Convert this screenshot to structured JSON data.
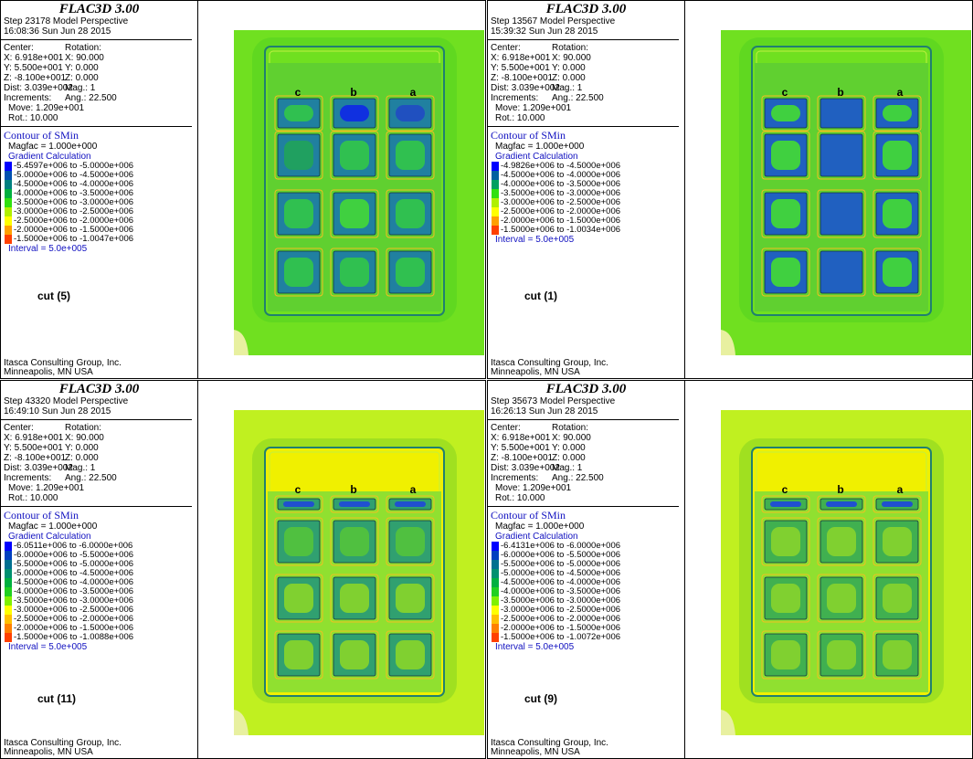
{
  "panels": [
    {
      "title": "FLAC3D 3.00",
      "step": "Step 23178  Model Perspective",
      "time": "16:08:36 Sun Jun 28 2015",
      "center_label": "Center:",
      "rotation_label": "Rotation:",
      "cx": "X: 6.918e+001",
      "rx": "X:  90.000",
      "cy": "Y: 5.500e+001",
      "ry": "Y:   0.000",
      "cz": "Z: -8.100e+001",
      "rz": "Z:   0.000",
      "dist": "Dist: 3.039e+002",
      "mag": "Mag.:       1",
      "incr": "Increments:",
      "ang": "Ang.:  22.500",
      "move": "Move: 1.209e+001",
      "rot": "Rot.:  10.000",
      "contour": "Contour of SMin",
      "magfac": "Magfac =  1.000e+000",
      "gradient": "Gradient Calculation",
      "legend": [
        {
          "label": "-5.4597e+006 to -5.0000e+006",
          "color": "#0000ff"
        },
        {
          "label": "-5.0000e+006 to -4.5000e+006",
          "color": "#0050b0"
        },
        {
          "label": "-4.5000e+006 to -4.0000e+006",
          "color": "#008080"
        },
        {
          "label": "-4.0000e+006 to -3.5000e+006",
          "color": "#00b040"
        },
        {
          "label": "-3.5000e+006 to -3.0000e+006",
          "color": "#30e010"
        },
        {
          "label": "-3.0000e+006 to -2.5000e+006",
          "color": "#b0f000"
        },
        {
          "label": "-2.5000e+006 to -2.0000e+006",
          "color": "#ffff00"
        },
        {
          "label": "-2.0000e+006 to -1.5000e+006",
          "color": "#ffa000"
        },
        {
          "label": "-1.5000e+006 to -1.0047e+006",
          "color": "#ff4000"
        }
      ],
      "interval": "Interval =  5.0e+005",
      "cut": "cut (5)",
      "company": "Itasca Consulting Group, Inc.",
      "city": "Minneapolis, MN  USA",
      "labels": [
        "c",
        "b",
        "a"
      ],
      "bg_color": "#70e020",
      "top_band": "#70e020",
      "cell_outer": "#2080a0",
      "cell_centers": [
        "#30c050",
        "#1030e0",
        "#2050c0",
        "#20a060",
        "#30c050",
        "#30c050",
        "#30c050",
        "#40d040",
        "#30c050",
        "#30c050",
        "#30c050",
        "#30c050"
      ]
    },
    {
      "title": "FLAC3D 3.00",
      "step": "Step 13567  Model Perspective",
      "time": "15:39:32 Sun Jun 28 2015",
      "center_label": "Center:",
      "rotation_label": "Rotation:",
      "cx": "X: 6.918e+001",
      "rx": "X:  90.000",
      "cy": "Y: 5.500e+001",
      "ry": "Y:   0.000",
      "cz": "Z: -8.100e+001",
      "rz": "Z:   0.000",
      "dist": "Dist: 3.039e+002",
      "mag": "Mag.:       1",
      "incr": "Increments:",
      "ang": "Ang.:  22.500",
      "move": "Move: 1.209e+001",
      "rot": "Rot.:  10.000",
      "contour": "Contour of SMin",
      "magfac": "Magfac =  1.000e+000",
      "gradient": "Gradient Calculation",
      "legend": [
        {
          "label": "-4.9826e+006 to -4.5000e+006",
          "color": "#0000ff"
        },
        {
          "label": "-4.5000e+006 to -4.0000e+006",
          "color": "#0060a0"
        },
        {
          "label": "-4.0000e+006 to -3.5000e+006",
          "color": "#00a060"
        },
        {
          "label": "-3.5000e+006 to -3.0000e+006",
          "color": "#30e010"
        },
        {
          "label": "-3.0000e+006 to -2.5000e+006",
          "color": "#b0f000"
        },
        {
          "label": "-2.5000e+006 to -2.0000e+006",
          "color": "#ffff00"
        },
        {
          "label": "-2.0000e+006 to -1.5000e+006",
          "color": "#ffa000"
        },
        {
          "label": "-1.5000e+006 to -1.0034e+006",
          "color": "#ff4000"
        }
      ],
      "interval": "Interval =  5.0e+005",
      "cut": "cut (1)",
      "company": "Itasca Consulting Group, Inc.",
      "city": "Minneapolis, MN  USA",
      "labels": [
        "c",
        "b",
        "a"
      ],
      "bg_color": "#70e020",
      "top_band": "#70e020",
      "cell_outer": "#2060c0",
      "cell_centers": [
        "#40d040",
        "#2060c0",
        "#40d040",
        "#40d040",
        "#2060c0",
        "#40d040",
        "#40d040",
        "#2060c0",
        "#40d040",
        "#40d040",
        "#2060c0",
        "#40d040"
      ]
    },
    {
      "title": "FLAC3D 3.00",
      "step": "Step 43320  Model Perspective",
      "time": "16:49:10 Sun Jun 28 2015",
      "center_label": "Center:",
      "rotation_label": "Rotation:",
      "cx": "X: 6.918e+001",
      "rx": "X:  90.000",
      "cy": "Y: 5.500e+001",
      "ry": "Y:   0.000",
      "cz": "Z: -8.100e+001",
      "rz": "Z:   0.000",
      "dist": "Dist: 3.039e+002",
      "mag": "Mag.:       1",
      "incr": "Increments:",
      "ang": "Ang.:  22.500",
      "move": "Move: 1.209e+001",
      "rot": "Rot.:  10.000",
      "contour": "Contour of SMin",
      "magfac": "Magfac =  1.000e+000",
      "gradient": "Gradient Calculation",
      "legend": [
        {
          "label": "-6.0511e+006 to -6.0000e+006",
          "color": "#0000ff"
        },
        {
          "label": "-6.0000e+006 to -5.5000e+006",
          "color": "#0040c0"
        },
        {
          "label": "-5.5000e+006 to -5.0000e+006",
          "color": "#007090"
        },
        {
          "label": "-5.0000e+006 to -4.5000e+006",
          "color": "#009070"
        },
        {
          "label": "-4.5000e+006 to -4.0000e+006",
          "color": "#00b040"
        },
        {
          "label": "-4.0000e+006 to -3.5000e+006",
          "color": "#20d020"
        },
        {
          "label": "-3.5000e+006 to -3.0000e+006",
          "color": "#80f000"
        },
        {
          "label": "-3.0000e+006 to -2.5000e+006",
          "color": "#ffff00"
        },
        {
          "label": "-2.5000e+006 to -2.0000e+006",
          "color": "#ffc000"
        },
        {
          "label": "-2.0000e+006 to -1.5000e+006",
          "color": "#ff8000"
        },
        {
          "label": "-1.5000e+006 to -1.0088e+006",
          "color": "#ff4000"
        }
      ],
      "interval": "Interval =  5.0e+005",
      "cut": "cut (11)",
      "company": "Itasca Consulting Group, Inc.",
      "city": "Minneapolis, MN  USA",
      "labels": [
        "c",
        "b",
        "a"
      ],
      "bg_color": "#c0f020",
      "top_band": "#f0f000",
      "cell_outer": "#30a070",
      "cell_centers": [
        "#2050d0",
        "#2050d0",
        "#2050d0",
        "#50c040",
        "#50c040",
        "#50c040",
        "#80d030",
        "#80d030",
        "#80d030",
        "#80d030",
        "#80d030",
        "#80d030"
      ]
    },
    {
      "title": "FLAC3D 3.00",
      "step": "Step 35673  Model Perspective",
      "time": "16:26:13 Sun Jun 28 2015",
      "center_label": "Center:",
      "rotation_label": "Rotation:",
      "cx": "X: 6.918e+001",
      "rx": "X:  90.000",
      "cy": "Y: 5.500e+001",
      "ry": "Y:   0.000",
      "cz": "Z: -8.100e+001",
      "rz": "Z:   0.000",
      "dist": "Dist: 3.039e+002",
      "mag": "Mag.:       1",
      "incr": "Increments:",
      "ang": "Ang.:  22.500",
      "move": "Move: 1.209e+001",
      "rot": "Rot.:  10.000",
      "contour": "Contour of SMin",
      "magfac": "Magfac =  1.000e+000",
      "gradient": "Gradient Calculation",
      "legend": [
        {
          "label": "-6.4131e+006 to -6.0000e+006",
          "color": "#0000ff"
        },
        {
          "label": "-6.0000e+006 to -5.5000e+006",
          "color": "#0040c0"
        },
        {
          "label": "-5.5000e+006 to -5.0000e+006",
          "color": "#007090"
        },
        {
          "label": "-5.0000e+006 to -4.5000e+006",
          "color": "#009070"
        },
        {
          "label": "-4.5000e+006 to -4.0000e+006",
          "color": "#00b040"
        },
        {
          "label": "-4.0000e+006 to -3.5000e+006",
          "color": "#20d020"
        },
        {
          "label": "-3.5000e+006 to -3.0000e+006",
          "color": "#80f000"
        },
        {
          "label": "-3.0000e+006 to -2.5000e+006",
          "color": "#ffff00"
        },
        {
          "label": "-2.5000e+006 to -2.0000e+006",
          "color": "#ffc000"
        },
        {
          "label": "-2.0000e+006 to -1.5000e+006",
          "color": "#ff8000"
        },
        {
          "label": "-1.5000e+006 to -1.0072e+006",
          "color": "#ff4000"
        }
      ],
      "interval": "Interval =  5.0e+005",
      "cut": "cut (9)",
      "company": "Itasca Consulting Group, Inc.",
      "city": "Minneapolis, MN  USA",
      "labels": [
        "c",
        "b",
        "a"
      ],
      "bg_color": "#c0f020",
      "top_band": "#f0f000",
      "cell_outer": "#40b050",
      "cell_centers": [
        "#2050d0",
        "#2050d0",
        "#2050d0",
        "#80d030",
        "#80d030",
        "#80d030",
        "#80d030",
        "#80d030",
        "#80d030",
        "#80d030",
        "#80d030",
        "#80d030"
      ]
    }
  ]
}
